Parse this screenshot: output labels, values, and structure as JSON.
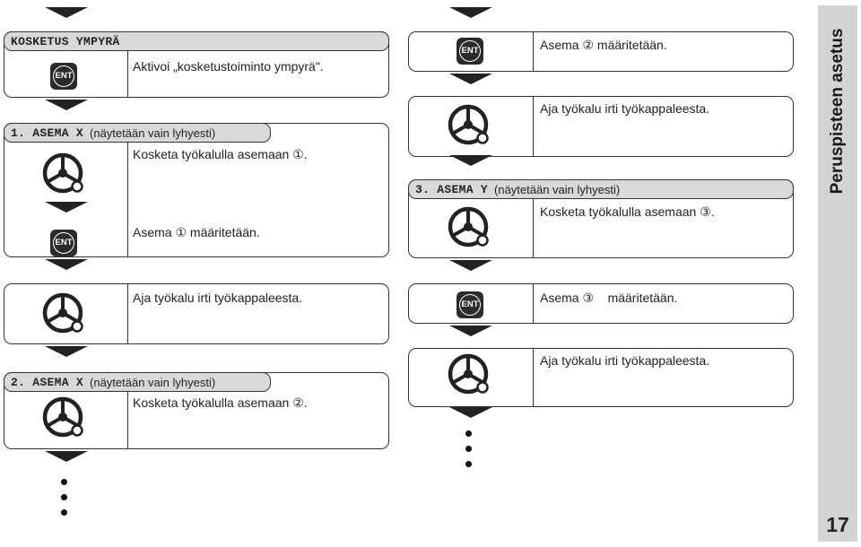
{
  "title": "KOSKETUS YMPYRÄ",
  "ent_label": "ENT",
  "sidebar_title": "Peruspisteen asetus",
  "page_number": "17",
  "left": {
    "activate_text": "Aktivoi „kosketustoiminto ympyrä\".",
    "step1": {
      "code": "1. ASEMA X",
      "note": "(näytetään vain lyhyesti)",
      "text": "Kosketa työkalulla asemaan ①."
    },
    "set1": "Asema ① määritetään.",
    "retract1": "Aja työkalu irti työkappaleesta.",
    "step2": {
      "code": "2. ASEMA X",
      "note": "(näytetään vain lyhyesti)",
      "text": "Kosketa työkalulla asemaan ②."
    }
  },
  "right": {
    "set2": "Asema ② määritetään.",
    "retract2": "Aja työkalu irti työkappaleesta.",
    "step3": {
      "code": "3. ASEMA Y",
      "note": "(näytetään vain lyhyesti)",
      "text": "Kosketa työkalulla asemaan ③."
    },
    "set3": "Asema ③    määritetään.",
    "retract3": "Aja työkalu irti työkappaleesta."
  }
}
